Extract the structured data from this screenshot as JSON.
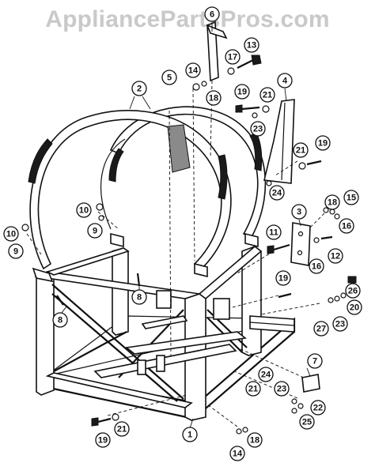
{
  "watermark": "AppliancePartsPros.com",
  "callouts": [
    {
      "label": "6"
    },
    {
      "label": "13"
    },
    {
      "label": "17"
    },
    {
      "label": "5"
    },
    {
      "label": "14"
    },
    {
      "label": "18"
    },
    {
      "label": "2"
    },
    {
      "label": "4"
    },
    {
      "label": "19"
    },
    {
      "label": "21"
    },
    {
      "label": "23"
    },
    {
      "label": "21"
    },
    {
      "label": "19"
    },
    {
      "label": "24"
    },
    {
      "label": "10"
    },
    {
      "label": "9"
    },
    {
      "label": "10"
    },
    {
      "label": "9"
    },
    {
      "label": "18"
    },
    {
      "label": "15"
    },
    {
      "label": "16"
    },
    {
      "label": "3"
    },
    {
      "label": "11"
    },
    {
      "label": "12"
    },
    {
      "label": "16"
    },
    {
      "label": "8"
    },
    {
      "label": "19"
    },
    {
      "label": "26"
    },
    {
      "label": "20"
    },
    {
      "label": "8"
    },
    {
      "label": "27"
    },
    {
      "label": "23"
    },
    {
      "label": "7"
    },
    {
      "label": "24"
    },
    {
      "label": "21"
    },
    {
      "label": "23"
    },
    {
      "label": "22"
    },
    {
      "label": "25"
    },
    {
      "label": "21"
    },
    {
      "label": "19"
    },
    {
      "label": "1"
    },
    {
      "label": "14"
    },
    {
      "label": "18"
    }
  ]
}
